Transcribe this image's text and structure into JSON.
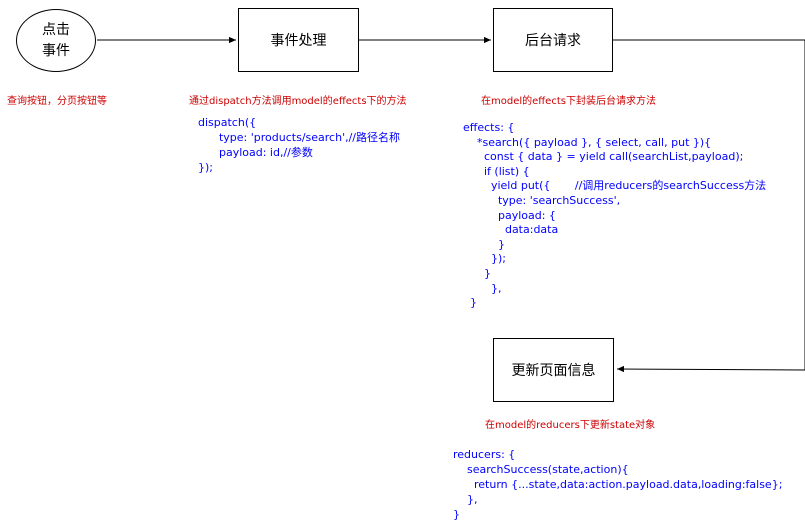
{
  "nodes": {
    "click_event": "点击\n事件",
    "event_handling": "事件处理",
    "backend_request": "后台请求",
    "update_page": "更新页面信息"
  },
  "notes": {
    "query_buttons": "查询按钮，分页按钮等",
    "dispatch_note": "通过dispatch方法调用model的effects下的方法",
    "effects_note": "在model的effects下封装后台请求方法",
    "reducers_note": "在model的reducers下更新state对象"
  },
  "code": {
    "dispatch": [
      "dispatch({",
      "      type: 'products/search',//路径名称",
      "      payload: id,//参数",
      "});"
    ],
    "effects": [
      "effects: {",
      "    *search({ payload }, { select, call, put }){",
      "      const { data } = yield call(searchList,payload);",
      "      if (list) {",
      "        yield put({       //调用reducers的searchSuccess方法",
      "          type: 'searchSuccess',",
      "          payload: {",
      "            data:data",
      "          }",
      "        });",
      "      }",
      "        },",
      "  }"
    ],
    "reducers": [
      "reducers: {",
      "    searchSuccess(state,action){",
      "      return {...state,data:action.payload.data,loading:false};",
      "    },",
      "}"
    ]
  },
  "colors": {
    "code": "#0000ff",
    "note": "#cc0000",
    "stroke": "#000000"
  }
}
